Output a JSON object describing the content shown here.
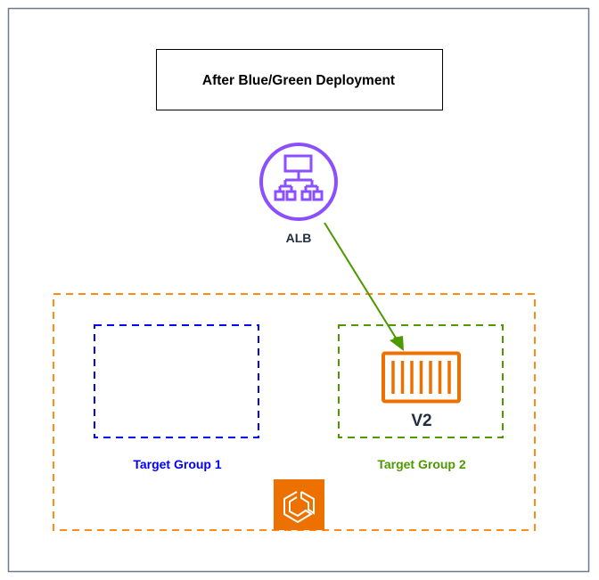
{
  "title": "After Blue/Green Deployment",
  "alb": {
    "label": "ALB",
    "icon": "load-balancer-icon",
    "color": "#8C4FFF"
  },
  "ecs": {
    "icon": "ecs-icon",
    "color": "#ED7100"
  },
  "target_groups": [
    {
      "label": "Target Group 1",
      "color": "#0000FF",
      "contents": ""
    },
    {
      "label": "Target Group 2",
      "color": "#4D9900",
      "contents": "V2"
    }
  ],
  "container": {
    "label": "V2",
    "icon": "container-icon",
    "color": "#ED7100"
  },
  "arrow": {
    "from": "ALB",
    "to": "V2",
    "color": "#4D9900"
  },
  "colors": {
    "frame": "#6C7A8C",
    "service_group": "#FF8C1A",
    "text_dark": "#232F3E"
  }
}
